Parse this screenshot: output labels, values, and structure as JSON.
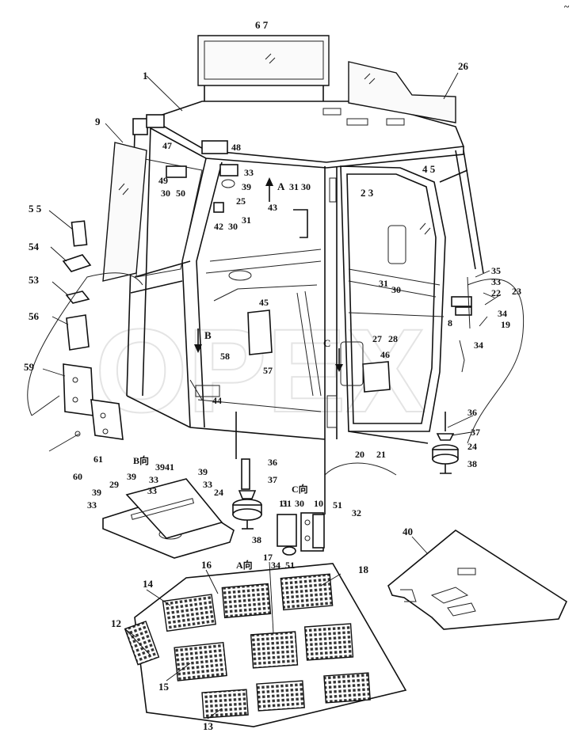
{
  "watermark": "OPEX",
  "corner_mark": "~",
  "view_labels": {
    "a_arrow": "A",
    "b_arrow": "B",
    "c_arrow": "C",
    "b_view": "B向",
    "c_view": "C向",
    "a_view": "A向"
  },
  "callouts": [
    {
      "id": "c-1",
      "text": "1"
    },
    {
      "id": "c-6-7",
      "text": "6 7"
    },
    {
      "id": "c-26",
      "text": "26"
    },
    {
      "id": "c-9",
      "text": "9"
    },
    {
      "id": "c-47",
      "text": "47"
    },
    {
      "id": "c-48",
      "text": "48"
    },
    {
      "id": "c-33a",
      "text": "33"
    },
    {
      "id": "c-39a",
      "text": "39"
    },
    {
      "id": "c-25",
      "text": "25"
    },
    {
      "id": "c-49",
      "text": "49"
    },
    {
      "id": "c-30a",
      "text": "30"
    },
    {
      "id": "c-50",
      "text": "50"
    },
    {
      "id": "c-2-3",
      "text": "2 3"
    },
    {
      "id": "c-4-5",
      "text": "4 5"
    },
    {
      "id": "c-31a",
      "text": "31"
    },
    {
      "id": "c-30b",
      "text": "30"
    },
    {
      "id": "c-43",
      "text": "43"
    },
    {
      "id": "c-42",
      "text": "42"
    },
    {
      "id": "c-30c",
      "text": "30"
    },
    {
      "id": "c-31b",
      "text": "31"
    },
    {
      "id": "c-55",
      "text": "5 5"
    },
    {
      "id": "c-54",
      "text": "54"
    },
    {
      "id": "c-53",
      "text": "53"
    },
    {
      "id": "c-56",
      "text": "56"
    },
    {
      "id": "c-59",
      "text": "59"
    },
    {
      "id": "c-45",
      "text": "45"
    },
    {
      "id": "c-58",
      "text": "58"
    },
    {
      "id": "c-57",
      "text": "57"
    },
    {
      "id": "c-44",
      "text": "44"
    },
    {
      "id": "c-35",
      "text": "35"
    },
    {
      "id": "c-33b",
      "text": "33"
    },
    {
      "id": "c-22",
      "text": "22"
    },
    {
      "id": "c-23",
      "text": "23"
    },
    {
      "id": "c-31c",
      "text": "31"
    },
    {
      "id": "c-30d",
      "text": "30"
    },
    {
      "id": "c-8",
      "text": "8"
    },
    {
      "id": "c-34a",
      "text": "34"
    },
    {
      "id": "c-19",
      "text": "19"
    },
    {
      "id": "c-34b",
      "text": "34"
    },
    {
      "id": "c-27",
      "text": "27"
    },
    {
      "id": "c-28",
      "text": "28"
    },
    {
      "id": "c-46",
      "text": "46"
    },
    {
      "id": "c-36a",
      "text": "36"
    },
    {
      "id": "c-37a",
      "text": "37"
    },
    {
      "id": "c-24a",
      "text": "24"
    },
    {
      "id": "c-38a",
      "text": "38"
    },
    {
      "id": "c-20",
      "text": "20"
    },
    {
      "id": "c-21",
      "text": "21"
    },
    {
      "id": "c-61",
      "text": "61"
    },
    {
      "id": "c-60",
      "text": "60"
    },
    {
      "id": "c-39b",
      "text": "3941"
    },
    {
      "id": "c-39c",
      "text": "39"
    },
    {
      "id": "c-33c",
      "text": "33"
    },
    {
      "id": "c-39d",
      "text": "39"
    },
    {
      "id": "c-33d",
      "text": "33"
    },
    {
      "id": "c-29",
      "text": "29"
    },
    {
      "id": "c-39e",
      "text": "39"
    },
    {
      "id": "c-33e",
      "text": "33"
    },
    {
      "id": "c-33f",
      "text": "33"
    },
    {
      "id": "c-36b",
      "text": "36"
    },
    {
      "id": "c-37b",
      "text": "37"
    },
    {
      "id": "c-24b",
      "text": "24"
    },
    {
      "id": "c-38b",
      "text": "38"
    },
    {
      "id": "c-11",
      "text": "11"
    },
    {
      "id": "c-31d",
      "text": "31"
    },
    {
      "id": "c-30e",
      "text": "30"
    },
    {
      "id": "c-10",
      "text": "10"
    },
    {
      "id": "c-51a",
      "text": "51"
    },
    {
      "id": "c-32",
      "text": "32"
    },
    {
      "id": "c-34c",
      "text": "34"
    },
    {
      "id": "c-51b",
      "text": "51"
    },
    {
      "id": "c-17",
      "text": "17"
    },
    {
      "id": "c-16",
      "text": "16"
    },
    {
      "id": "c-18",
      "text": "18"
    },
    {
      "id": "c-14",
      "text": "14"
    },
    {
      "id": "c-12",
      "text": "12"
    },
    {
      "id": "c-15",
      "text": "15"
    },
    {
      "id": "c-13",
      "text": "13"
    },
    {
      "id": "c-40",
      "text": "40"
    }
  ]
}
